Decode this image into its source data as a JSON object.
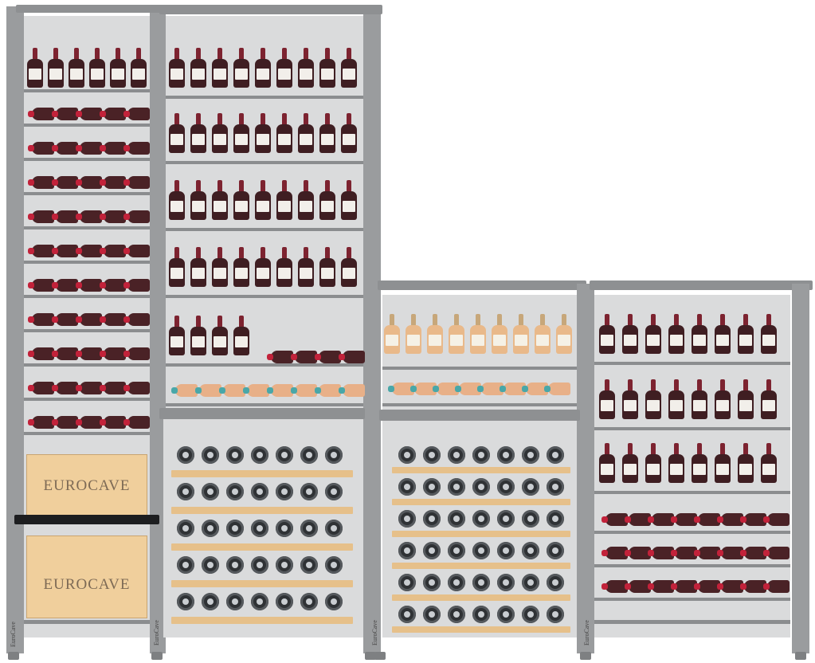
{
  "image": {
    "subject": "modular wine rack storage system with bottles and two wooden crates",
    "background_color": "#ffffff",
    "frame_color": "#9a9c9e"
  },
  "crates": [
    {
      "brand": "EUROCAVE"
    },
    {
      "brand": "EUROCAVE"
    }
  ],
  "upright_logo": "EuroCave",
  "colors": {
    "red_wine_bottle": "#3f1e22",
    "rose_bottle": "#e9b98a",
    "drawer_front": "#e6c08a",
    "crate_wood": "#f0cf9c"
  }
}
